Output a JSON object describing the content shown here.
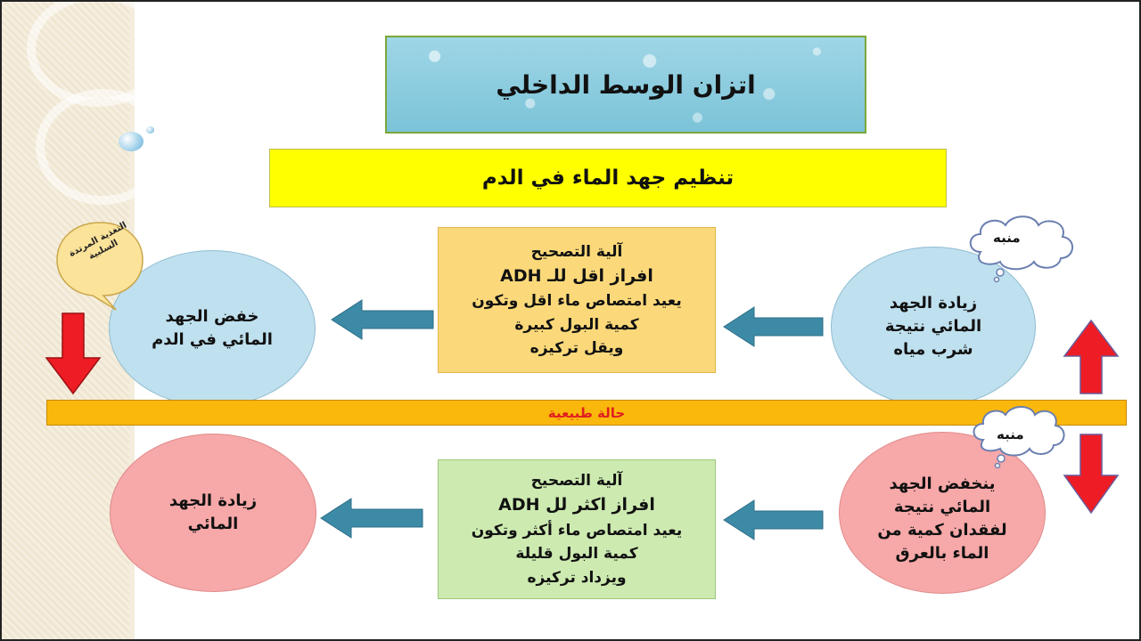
{
  "title": "اتزان الوسط الداخلي",
  "subtitle": "تنظيم جهد الماء في الدم",
  "normal_state": "حالة طبيعية",
  "feedback_label": "التغذية المرتدة السلبية",
  "top_row": {
    "stimulus_label": "منبه",
    "condition": "زيادة الجهد\nالمائي نتيجة\nشرب مياه",
    "mechanism_lines": [
      "آلية التصحيح",
      "افراز اقل للـ ADH",
      "يعيد امتصاص ماء اقل وتكون",
      "كمية البول كبيرة",
      "ويقل تركيزه"
    ],
    "result": "خفض الجهد\nالمائي في الدم"
  },
  "bottom_row": {
    "stimulus_label": "منبه",
    "condition": "ينخفض الجهد\nالمائي نتيجة\nلفقدان كمية من\nالماء بالعرق",
    "mechanism_lines": [
      "آلية التصحيح",
      "افراز اكثر لل ADH",
      "يعيد امتصاص ماء أكثر وتكون",
      "كمية البول قليلة",
      "ويزداد تركيزه"
    ],
    "result": "زيادة الجهد\nالمائي"
  },
  "colors": {
    "title_bg": "#9ed6e6",
    "subtitle_bg": "#ffff00",
    "normal_bar": "#fbb80c",
    "normal_text": "#e01f1f",
    "top_circle": "#bfe0ee",
    "bottom_circle": "#f7a8a8",
    "top_mechanism": "#fbd97a",
    "bottom_mechanism": "#cdeab1",
    "flow_arrow": "#3d8aa6",
    "red_arrow": "#ee1c24"
  }
}
